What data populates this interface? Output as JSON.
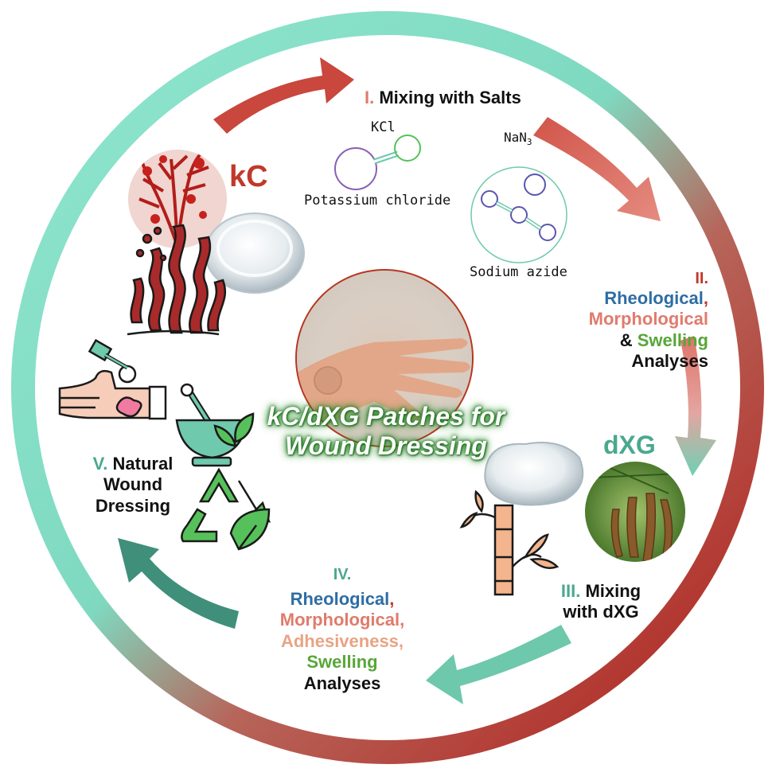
{
  "labels": {
    "kc": "kC",
    "dxg": "dXG",
    "center_title": "kC/dXG Patches for Wound Dressing",
    "step1": {
      "num": "I.",
      "text": "Mixing with Salts"
    },
    "kcl_formula": "KCl",
    "kcl_name": "Potassium chloride",
    "nan3_formula_base": "NaN",
    "nan3_sub": "3",
    "nan3_name": "Sodium azide",
    "step2": {
      "num": "II.",
      "rheo": "Rheological",
      "comma": ",",
      "morpho": "Morphological",
      "amp": "& ",
      "swell": "Swelling",
      "analyses": "Analyses"
    },
    "step3": {
      "num": "III.",
      "text1": " Mixing",
      "text2": "with dXG"
    },
    "step4": {
      "num": "IV.",
      "rheo": "Rheological",
      "comma": ",",
      "morpho": "Morphological,",
      "adh": "Adhesiveness,",
      "swell": "Swelling",
      "analyses": "Analyses"
    },
    "step5": {
      "num": "V.",
      "text1": " Natural",
      "text2": "Wound",
      "text3": "Dressing"
    }
  },
  "colors": {
    "ring_teal": "#7fdcc4",
    "ring_red": "#b52a22",
    "arrow_red": "#c8473c",
    "arrow_pink": "#e88a80",
    "arrow_teal": "#6fc9ad",
    "arrow_dark_teal": "#3f8f7a",
    "icon_green": "#56c15a",
    "icon_teal": "#4aa88f",
    "icon_peach": "#f4c8b0"
  },
  "icons": [
    "seaweed-icon",
    "gel-disc-icon",
    "hand-patch-photo",
    "tamarind-icon",
    "bamboo-icon",
    "hand-wound-icon",
    "mortar-pestle-icon",
    "recycle-leaf-icon",
    "molecule-icon"
  ]
}
